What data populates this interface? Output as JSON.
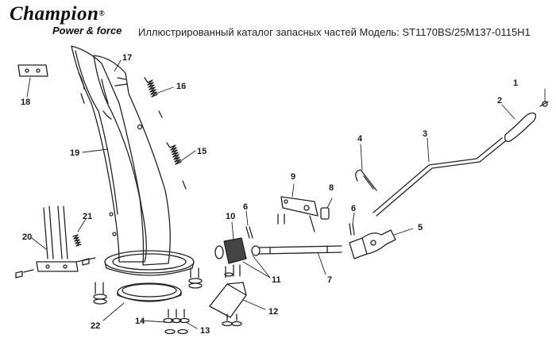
{
  "header": {
    "brand": "Champion",
    "brand_sub": "Power & force",
    "brand_mark": "®",
    "title": "Иллюстрированный каталог запасных частей  Модель: ST1170BS/25M137-0115H1"
  },
  "diagram": {
    "part_numbers": [
      "1",
      "2",
      "3",
      "4",
      "5",
      "6",
      "6",
      "7",
      "8",
      "9",
      "10",
      "11",
      "12",
      "13",
      "14",
      "15",
      "16",
      "17",
      "18",
      "19",
      "20",
      "21",
      "22"
    ]
  }
}
